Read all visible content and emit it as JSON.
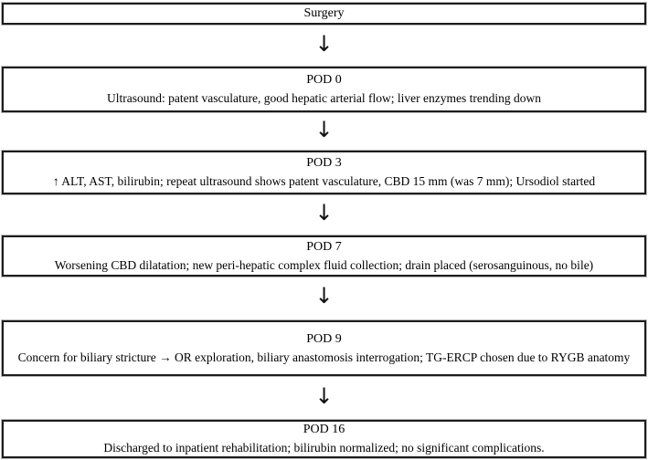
{
  "flowchart": {
    "arrow_glyph": "↓",
    "steps": [
      {
        "title": "Surgery",
        "detail": ""
      },
      {
        "title": "POD 0",
        "detail": "Ultrasound: patent vasculature, good hepatic arterial flow; liver enzymes trending down"
      },
      {
        "title": "POD 3",
        "detail": "↑ ALT, AST, bilirubin; repeat ultrasound shows patent vasculature, CBD 15 mm (was 7 mm); Ursodiol started"
      },
      {
        "title": "POD 7",
        "detail": "Worsening CBD dilatation; new peri-hepatic complex fluid collection; drain placed (serosanguinous, no bile)"
      },
      {
        "title": "POD 9",
        "detail": "Concern for biliary stricture → OR exploration, biliary anastomosis interrogation; TG-ERCP chosen due to RYGB anatomy"
      },
      {
        "title": "POD 16",
        "detail": "Discharged to inpatient rehabilitation; bilirubin normalized; no significant complications."
      }
    ]
  },
  "colors": {
    "border": "#1c1c1c",
    "text": "#000000",
    "background": "#ffffff"
  }
}
